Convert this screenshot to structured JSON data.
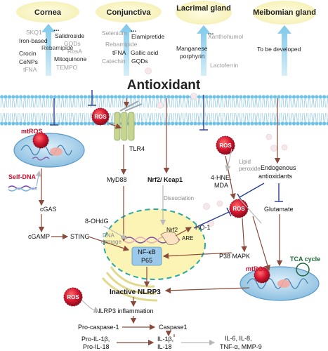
{
  "tissues": [
    {
      "name": "Cornea"
    },
    {
      "name": "Conjunctiva"
    },
    {
      "name": "Lacrimal gland"
    },
    {
      "name": "Meibomian gland"
    }
  ],
  "agents": {
    "cornea": {
      "dots": "...",
      "items": [
        "SKQ1",
        "Iron-based",
        "Crocin",
        "CeNPs",
        "tFNA",
        "Salidroside",
        "GQDs",
        "Rebamipide",
        "RosA",
        "Mitoquinone",
        "TEMPO"
      ]
    },
    "conjunctiva": {
      "dots": "...",
      "items": [
        "Selenium",
        "Elamipretide",
        "Rebamipide",
        "tFNA",
        "Gallic acid",
        "Catechin",
        "GQDs"
      ]
    },
    "lacrimal": {
      "dots": "...",
      "items": [
        "Xanthohumol",
        "Manganese",
        "porphyrin",
        "Lactoferrin"
      ]
    },
    "meibomian": {
      "items": [
        "To be developed"
      ]
    }
  },
  "title": "Antioxidant",
  "nodes": {
    "ros": "ROS",
    "tlr4": "TLR4",
    "myd88": "MyD88",
    "nrf2_keap1": "Nrf2/ Keap1",
    "mtros": "mtROS",
    "self_dna": "Self-DNA",
    "cgas": "cGAS",
    "cgamp": "cGAMP",
    "sting": "STING",
    "ohdg": "8-OHdG",
    "dna_damage_1": "DNA",
    "dna_damage_2": "damage",
    "dissociation": "Dissociation",
    "nrf2": "Nrf2",
    "are": "ARE",
    "ho1": "HO-1",
    "lipid_1": "Lipid",
    "lipid_2": "peroxide",
    "hne_1": "4-HNE,",
    "hne_2": "MDA",
    "endogenous_1": "Endogenous",
    "endogenous_2": "antioxidants",
    "glutamate": "Glutamate",
    "nfkb": "NF-κB",
    "p65": "P65",
    "p38": "P38 MAPK",
    "tca": "TCA cycle",
    "inactive_nlrp3": "Inactive NLRP3",
    "nlrp3_inflammation": "NLRP3 inflammation",
    "pro_caspase": "Pro-caspase-1",
    "caspase": "Caspase1",
    "pro_il1b": "Pro-IL-1β,",
    "pro_il18": "Pro-IL-18",
    "il1b": "IL-1β,",
    "il18": "IL-18",
    "cytokines_1": "IL-6, IL-8,",
    "cytokines_2": "TNF-α, MMP-9"
  },
  "colors": {
    "tissue_bubble": "#fbf7c8",
    "arrow_up": "#a9d9ef",
    "inhibit_blue": "#2a3d91",
    "pathway_arrow": "#8b4a3a",
    "membrane": "#7dc6e6",
    "nucleus_fill": "#fbf4b5",
    "nucleus_border": "#2aa7a2",
    "ros_red": "#c8102e",
    "mito": "#9ccbe8",
    "tlr4_green": "#c7d68e"
  }
}
